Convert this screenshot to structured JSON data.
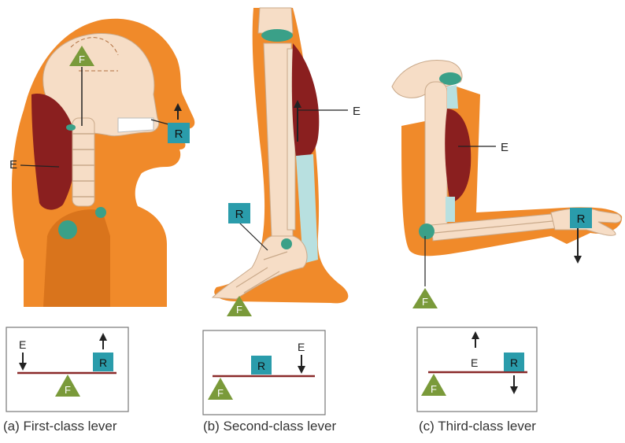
{
  "panels": [
    {
      "id": "a",
      "caption": "(a) First-class lever",
      "illustration": "head and neck",
      "labels": {
        "fulcrum": "F",
        "effort": "E",
        "resistance": "R"
      },
      "diagram": {
        "effort_direction": "down",
        "resistance_direction": "up"
      }
    },
    {
      "id": "b",
      "caption": "(b) Second-class lever",
      "illustration": "lower leg and foot",
      "labels": {
        "fulcrum": "F",
        "effort": "E",
        "resistance": "R"
      },
      "diagram": {
        "effort_direction": "down",
        "resistance_direction": "none"
      }
    },
    {
      "id": "c",
      "caption": "(c) Third-class lever",
      "illustration": "arm and forearm",
      "labels": {
        "fulcrum": "F",
        "effort": "E",
        "resistance": "R"
      },
      "diagram": {
        "effort_direction": "up",
        "resistance_direction": "down"
      }
    }
  ],
  "colors": {
    "skin": "#f08a2a",
    "skin_dark": "#d9741c",
    "bone": "#f6ddc6",
    "muscle": "#8a1f1f",
    "tendon": "#b8e0e0",
    "joint": "#3aa088",
    "fulcrum": "#7a9a3a",
    "resistance_box": "#2a9cab",
    "lever_bar": "#8a2a2a",
    "arrow": "#222222"
  }
}
